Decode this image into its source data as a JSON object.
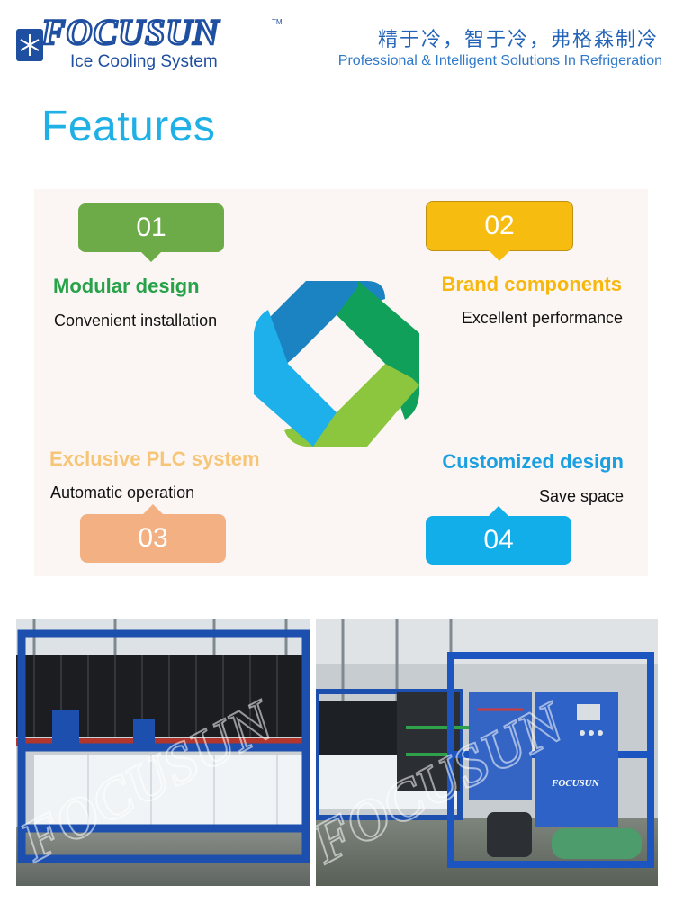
{
  "header": {
    "brand": "FOCUSUN",
    "trademark": "TM",
    "tagline": "Ice Cooling System",
    "slogan_cn": "精于冷，智于冷，弗格森制冷",
    "slogan_en": "Professional & Intelligent Solutions In Refrigeration"
  },
  "features_title": "Features",
  "features": [
    {
      "number": "01",
      "title": "Modular design",
      "description": "Convenient installation",
      "color": "#6dab48"
    },
    {
      "number": "02",
      "title": "Brand components",
      "description": "Excellent performance",
      "color": "#f6bd10"
    },
    {
      "number": "03",
      "title": "Exclusive PLC system",
      "description": "Automatic operation",
      "color": "#f2b083"
    },
    {
      "number": "04",
      "title": "Customized design",
      "description": "Save space",
      "color": "#11aeea"
    }
  ],
  "photos": {
    "watermark": "FOCUSUN",
    "panel_brand": "FOCUSUN"
  },
  "colors": {
    "brand_blue": "#1f4fa0",
    "title_cyan": "#1fb0e6",
    "emblem": [
      "#1b83c2",
      "#11a05a",
      "#8cc63f",
      "#1eb0ea"
    ]
  }
}
